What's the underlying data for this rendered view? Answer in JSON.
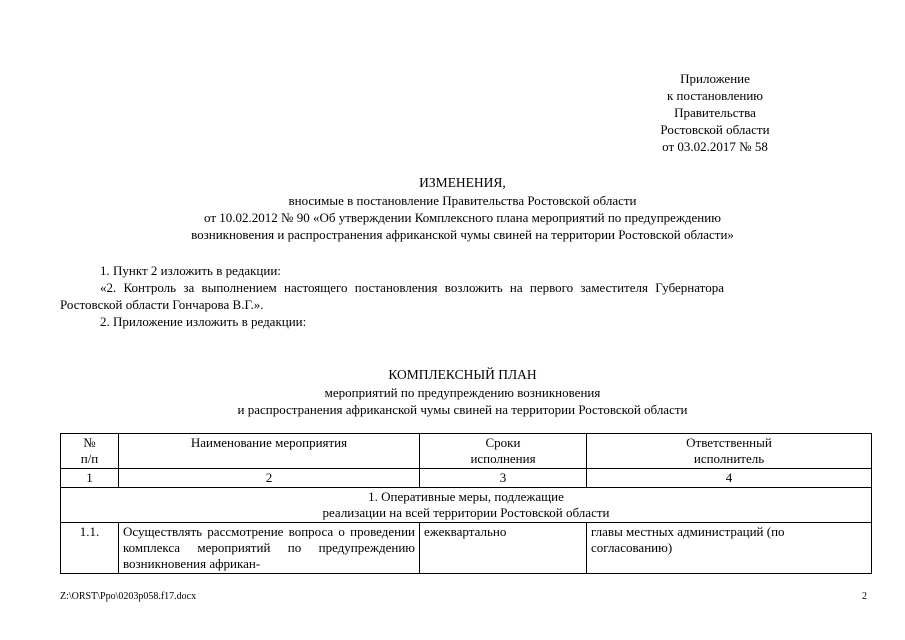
{
  "appendix": {
    "lines": [
      "Приложение",
      "к постановлению",
      "Правительства",
      "Ростовской области",
      "от 03.02.2017 № 58"
    ]
  },
  "changes": {
    "title": "ИЗМЕНЕНИЯ,",
    "sub": [
      "вносимые в постановление Правительства Ростовской области",
      "от 10.02.2012 № 90 «Об утверждении Комплексного плана мероприятий по предупреждению",
      "возникновения и распространения африканской чумы свиней на территории Ростовской области»"
    ]
  },
  "body": {
    "p1": "1. Пункт 2 изложить в редакции:",
    "p2_line1": "«2. Контроль за выполнением настоящего постановления возложить на первого заместителя Губернатора",
    "p2_line2": "Ростовской области Гончарова В.Г.».",
    "p3": "2. Приложение изложить в редакции:"
  },
  "plan": {
    "title": "КОМПЛЕКСНЫЙ ПЛАН",
    "sub": [
      "мероприятий по предупреждению возникновения",
      "и распространения африканской чумы свиней на территории Ростовской области"
    ]
  },
  "table": {
    "headers": {
      "num": [
        "№",
        "п/п"
      ],
      "name": "Наименование мероприятия",
      "term": [
        "Сроки",
        "исполнения"
      ],
      "resp": [
        "Ответственный",
        "исполнитель"
      ]
    },
    "col_numbers": [
      "1",
      "2",
      "3",
      "4"
    ],
    "section": [
      "1. Оперативные меры, подлежащие",
      "реализации на всей территории Ростовской области"
    ],
    "row": {
      "num": "1.1.",
      "name": "Осуществлять рассмотрение вопроса о проведении комплекса мероприятий по предупреждению возникновения африкан-",
      "term": "ежеквартально",
      "resp": "главы местных администраций (по согласованию)"
    }
  },
  "footer": {
    "path": "Z:\\ORST\\Ppo\\0203p058.f17.docx",
    "page": "2"
  }
}
